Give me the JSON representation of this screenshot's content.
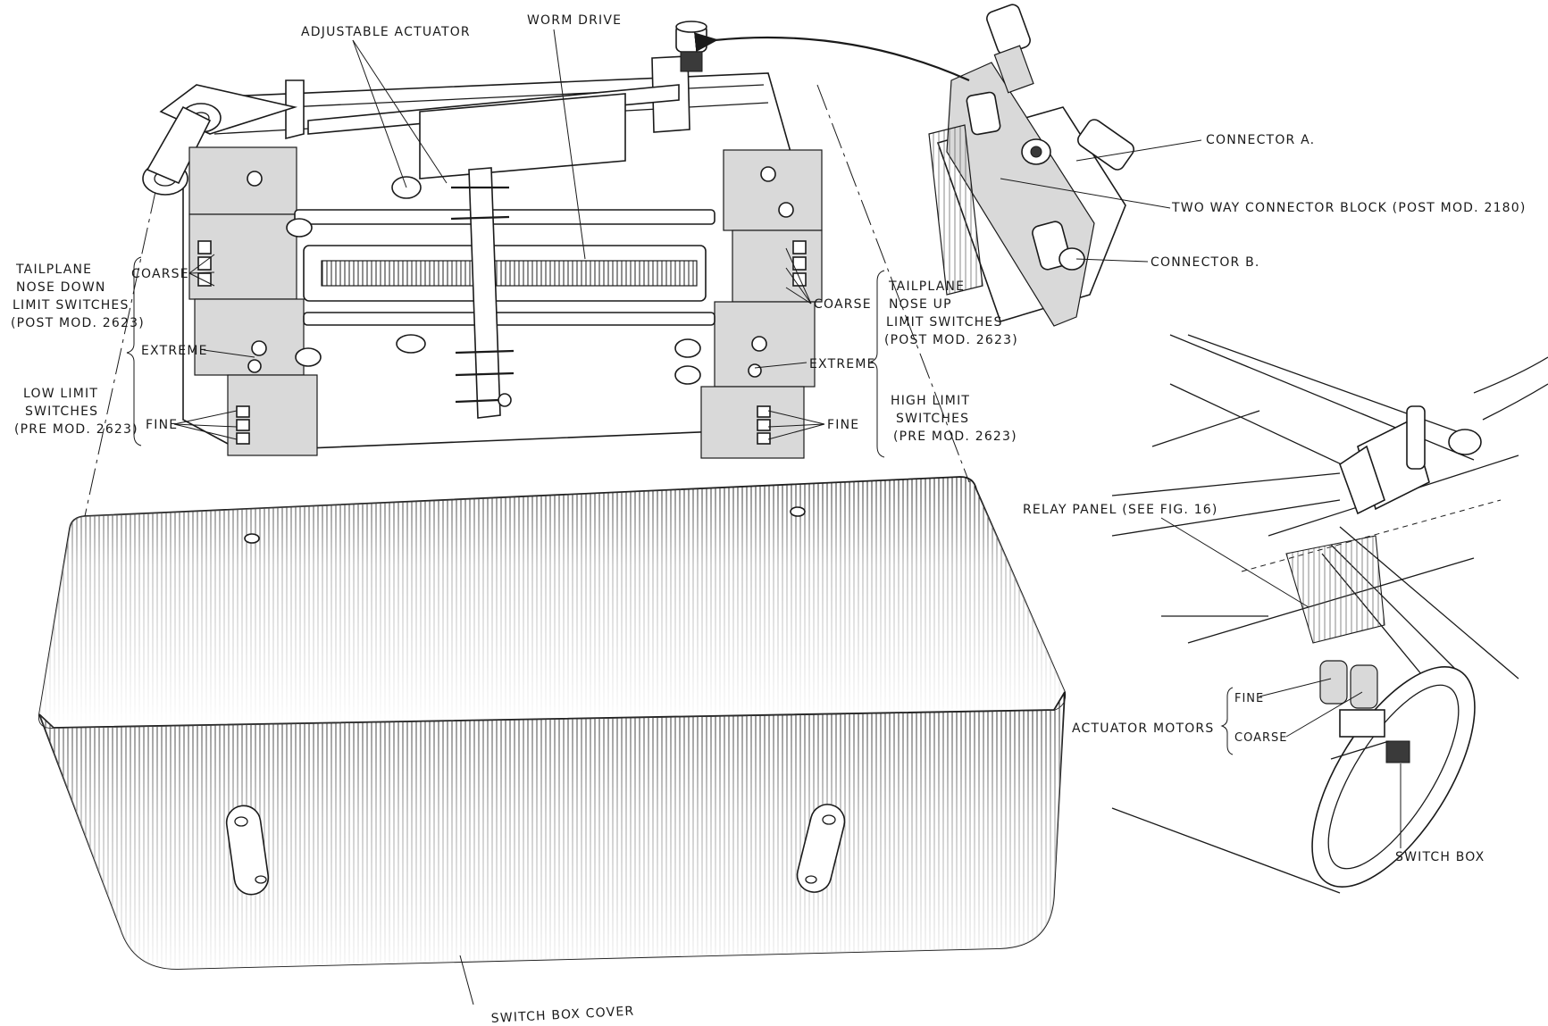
{
  "labels": {
    "adjustable_actuator": "ADJUSTABLE ACTUATOR",
    "worm_drive": "WORM DRIVE",
    "connector_a": "CONNECTOR A.",
    "two_way_connector_block": "TWO WAY CONNECTOR BLOCK (POST MOD. 2180)",
    "connector_b": "CONNECTOR B.",
    "tailplane_nose_down": [
      "TAILPLANE",
      "NOSE DOWN",
      "LIMIT SWITCHES",
      "(POST MOD. 2623)"
    ],
    "low_limit_switches": [
      "LOW LIMIT",
      "SWITCHES",
      "(PRE MOD. 2623)"
    ],
    "coarse": "COARSE",
    "extreme": "EXTREME",
    "fine": "FINE",
    "tailplane_nose_up": [
      "TAILPLANE",
      "NOSE UP",
      "LIMIT SWITCHES",
      "(POST MOD. 2623)"
    ],
    "high_limit_switches": [
      "HIGH LIMIT",
      "SWITCHES",
      "(PRE MOD. 2623)"
    ],
    "relay_panel": "RELAY PANEL (SEE FIG. 16)",
    "actuator_motors": "ACTUATOR MOTORS",
    "switch_box": "SWITCH BOX",
    "switch_box_cover": "SWITCH BOX COVER"
  }
}
